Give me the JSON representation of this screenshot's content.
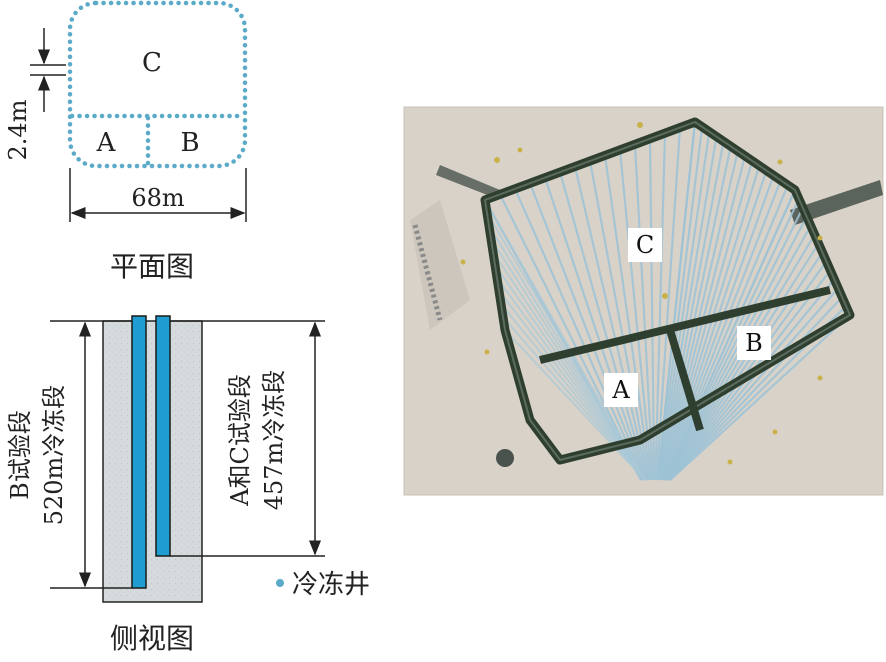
{
  "plan_view": {
    "caption": "平面图",
    "zones": {
      "c": "C",
      "a": "A",
      "b": "B"
    },
    "width_dim": "68m",
    "spacing_dim": "2.4m"
  },
  "side_view": {
    "caption": "侧视图",
    "left_annotation": [
      "B试验段",
      "520m冷冻段"
    ],
    "right_annotation": [
      "A和C试验段",
      "457m冷冻段"
    ]
  },
  "legend": {
    "label": "冷冻井",
    "dot_color": "#5aaac8"
  },
  "photo": {
    "labels": {
      "c": "C",
      "b": "B",
      "a": "A"
    },
    "pipe_color": "#9ec3d6",
    "frame_color": "#2f3f2f",
    "ground_color": "#d9d2c9"
  },
  "colors": {
    "dot": "#5aaac8",
    "pipe": "#1e9ed0",
    "concrete": "#d5dadc",
    "line": "#222222"
  }
}
